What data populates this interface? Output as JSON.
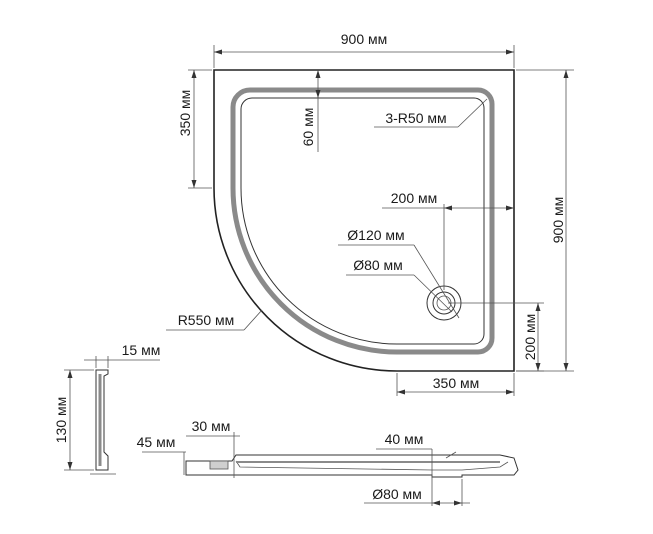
{
  "plan": {
    "width_label": "900 мм",
    "height_label": "900 мм",
    "top_flat_label": "350 мм",
    "rim_label": "60 мм",
    "corner_radius_label": "3-R50 мм",
    "drain_offset_x_label": "200 мм",
    "drain_outer_label": "Ø120 мм",
    "drain_inner_label": "Ø80 мм",
    "arc_radius_label": "R550 мм",
    "drain_offset_y_label": "200 мм",
    "bottom_flat_label": "350 мм"
  },
  "profile": {
    "lip_label": "15 мм",
    "height_label": "130 мм"
  },
  "section": {
    "step_label": "30 мм",
    "base_label": "45 мм",
    "drain_depth_label": "40 мм",
    "drain_diameter_label": "Ø80 мм"
  }
}
